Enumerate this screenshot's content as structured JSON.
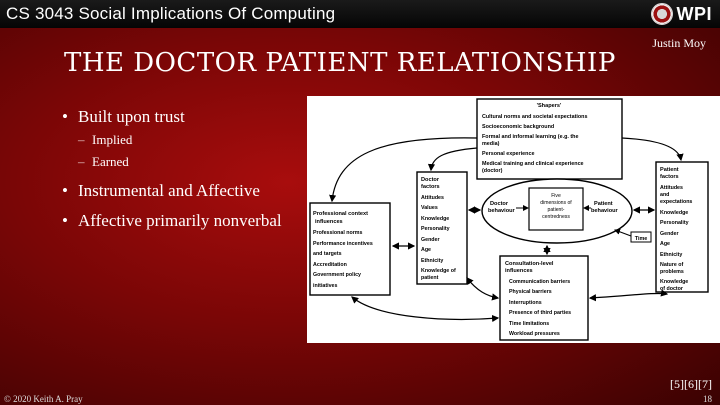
{
  "header": {
    "course": "CS 3043 Social Implications Of Computing",
    "logo_text": "WPI"
  },
  "author": "Justin Moy",
  "title": "THE DOCTOR PATIENT RELATIONSHIP",
  "bullets": [
    {
      "text": "Built upon trust",
      "sub": [
        "Implied",
        "Earned"
      ]
    },
    {
      "text": "Instrumental and Affective",
      "sub": []
    },
    {
      "text": "Affective primarily nonverbal",
      "sub": []
    }
  ],
  "diagram": {
    "shapers": {
      "title": "'Shapers'",
      "items": [
        "Cultural norms and societal expectations",
        "Socioeconomic background",
        "Formal and informal learning (e.g. the",
        "media)",
        "Personal experience",
        "Medical training and clinical experience",
        "(doctor)"
      ]
    },
    "professional": {
      "title": [
        "Professional context",
        "influences"
      ],
      "items": [
        "Professional norms",
        "Performance incentives",
        "and targets",
        "Accreditation",
        "Government policy",
        "initiatives"
      ]
    },
    "doctor": {
      "title": [
        "Doctor",
        "factors"
      ],
      "items": [
        "Attitudes",
        "Values",
        "Knowledge",
        "Personality",
        "Gender",
        "Age",
        "Ethnicity",
        "Knowledge of",
        "patient"
      ]
    },
    "patient": {
      "title": [
        "Patient",
        "factors"
      ],
      "items": [
        "Attitudes",
        "and",
        "expectations",
        "Knowledge",
        "Personality",
        "Gender",
        "Age",
        "Ethnicity",
        "Nature of",
        "problems",
        "Knowledge",
        "of doctor"
      ]
    },
    "centre": {
      "doctor_behaviour": [
        "Doctor",
        "behaviour"
      ],
      "patient_behaviour": [
        "Patient",
        "behaviour"
      ],
      "dimensions": [
        "Five",
        "dimensions of",
        "patient-",
        "centredness"
      ],
      "time": "Time"
    },
    "consultation": {
      "title": [
        "Consultation-level",
        "influences"
      ],
      "items": [
        "Communication barriers",
        "Physical barriers",
        "Interruptions",
        "Presence of third parties",
        "Time limitations",
        "Workload pressures"
      ]
    }
  },
  "references": "[5][6][7]",
  "footer": {
    "copyright": "© 2020 Keith A. Pray",
    "page": "18"
  }
}
